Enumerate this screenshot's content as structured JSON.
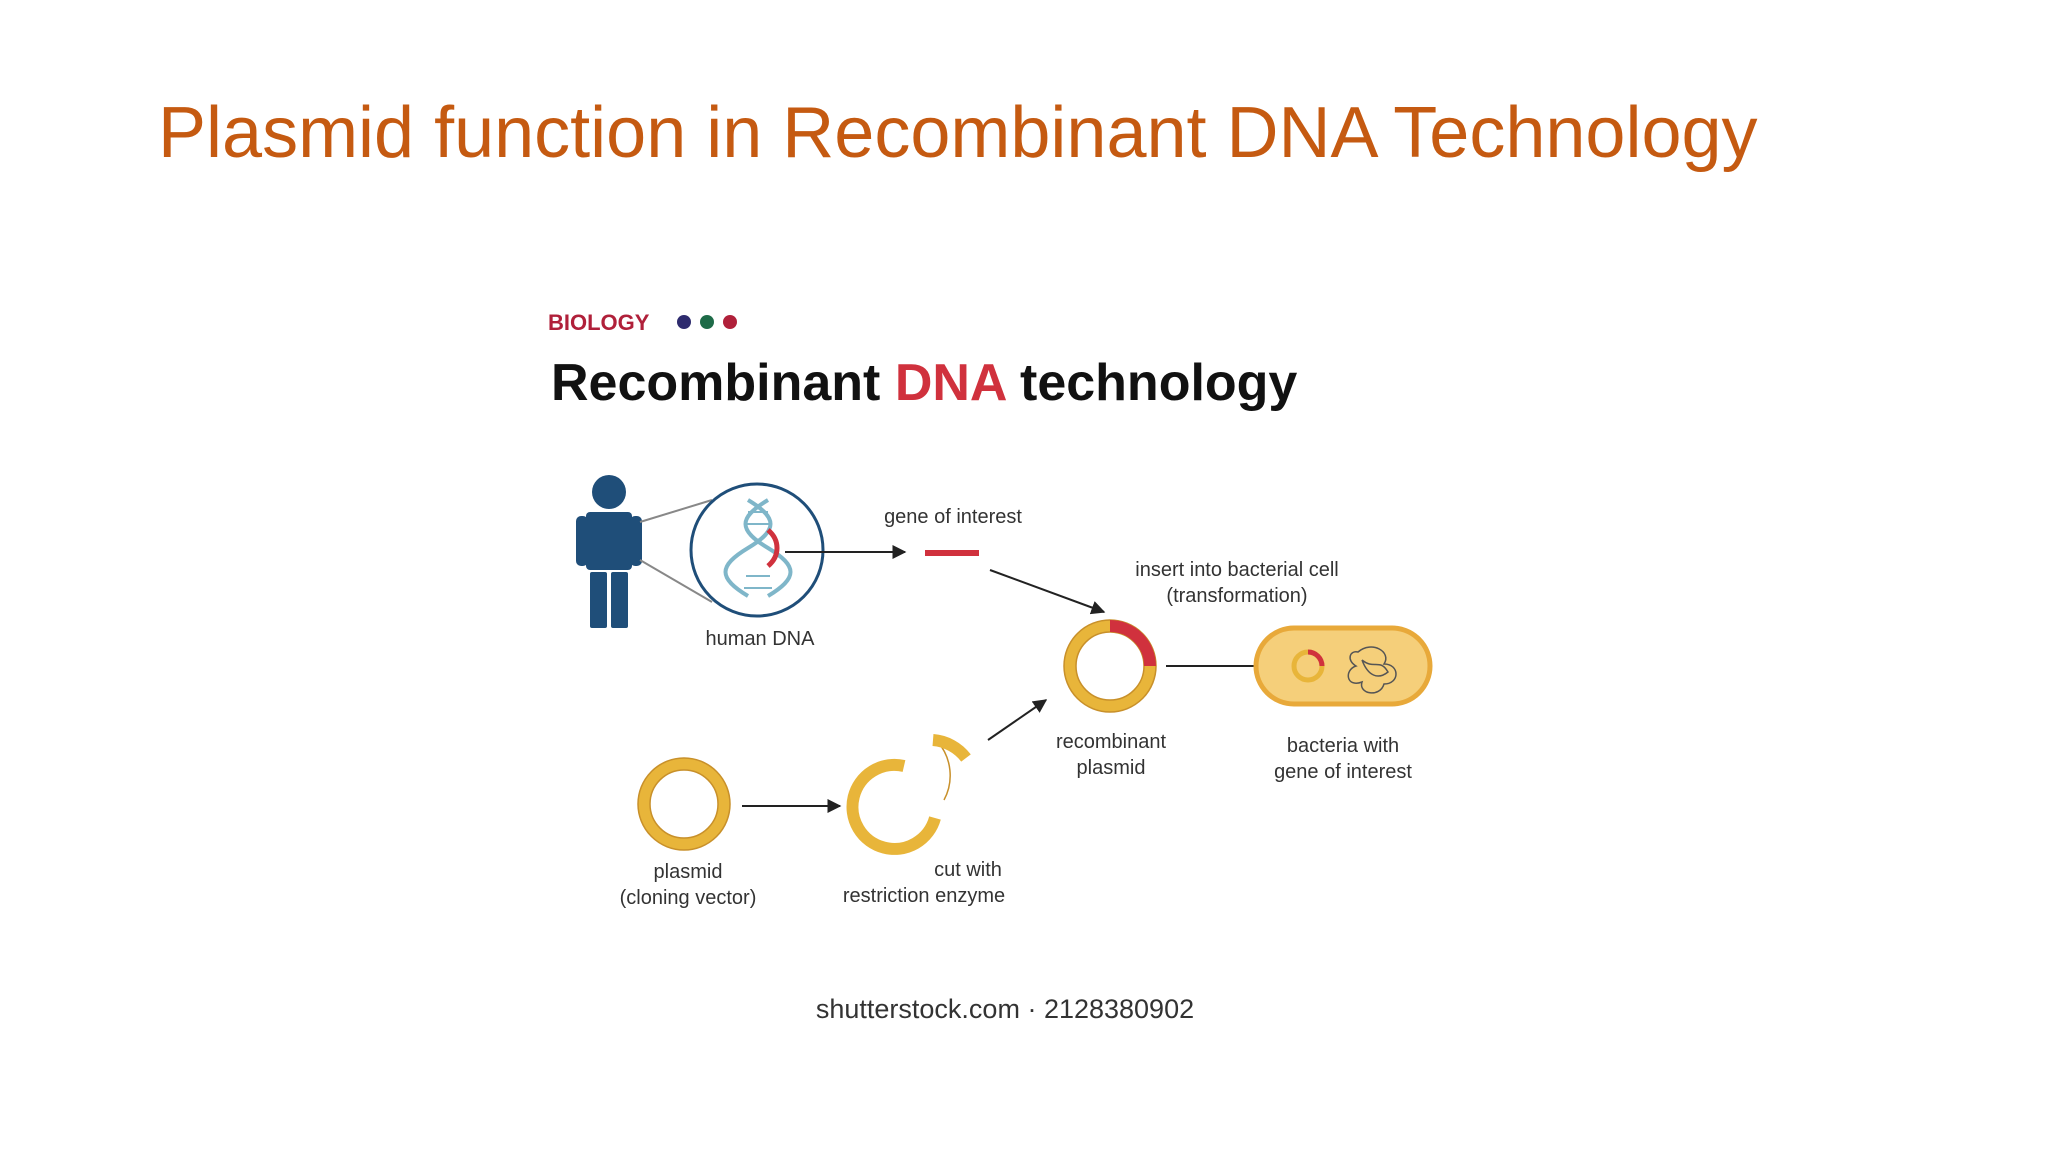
{
  "slide": {
    "title": "Plasmid function in Recombinant DNA Technology"
  },
  "figure": {
    "category": "BIOLOGY",
    "title_part1": "Recombinant ",
    "title_part2": "DNA",
    "title_part3": " technology",
    "labels": {
      "gene_of_interest": "gene of interest",
      "human_dna": "human DNA",
      "insert_line1": "insert into bacterial cell",
      "insert_line2": "(transformation)",
      "recombinant_line1": "recombinant",
      "recombinant_line2": "plasmid",
      "bacteria_line1": "bacteria with",
      "bacteria_line2": "gene of interest",
      "plasmid_line1": "plasmid",
      "plasmid_line2": "(cloning vector)",
      "cut_line1": "cut with",
      "cut_line2": "restriction enzyme"
    },
    "credit": "shutterstock.com · 2128380902"
  },
  "colors": {
    "slide_title": "#c55a11",
    "human_figure": "#1f4e79",
    "gene_red": "#d0313d",
    "plasmid_gold": "#e8b53a",
    "bacteria_fill": "#f5cf7a",
    "dot_purple": "#2e2b6e",
    "dot_green": "#1e6b48",
    "dot_red": "#b0203a"
  },
  "icons": [
    "human-figure-icon",
    "dna-helix-icon",
    "plasmid-ring-icon",
    "bacteria-icon"
  ]
}
